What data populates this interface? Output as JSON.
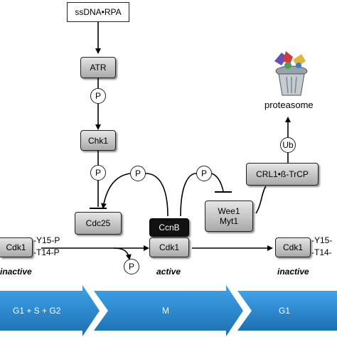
{
  "nodes": {
    "ssdna": "ssDNA•RPA",
    "atr": "ATR",
    "chk1": "Chk1",
    "cdc25": "Cdc25",
    "ccnb": "CcnB",
    "cdk1_active": "Cdk1",
    "cdk1_left": "Cdk1",
    "cdk1_right": "Cdk1",
    "wee1": "Wee1",
    "myt1": "Myt1",
    "crl1": "CRL1•ß-TrCP",
    "ub": "Ub",
    "proteasome": "proteasome"
  },
  "phospho": "P",
  "sites": {
    "left_y15": "-Y15-P",
    "left_t14": "-T14-P",
    "right_y15": "-Y15-",
    "right_t14": "-T14-"
  },
  "states": {
    "left": "inactive",
    "middle": "active",
    "right": "inactive"
  },
  "phases": [
    "G1 + S + G2",
    "M",
    "G1"
  ],
  "colors": {
    "phase_fill": "#2f8fd6",
    "box_fill": "#bdbdbd",
    "ccnb_fill": "#111111"
  },
  "icons": {
    "proteasome": "trash-can-icon"
  }
}
